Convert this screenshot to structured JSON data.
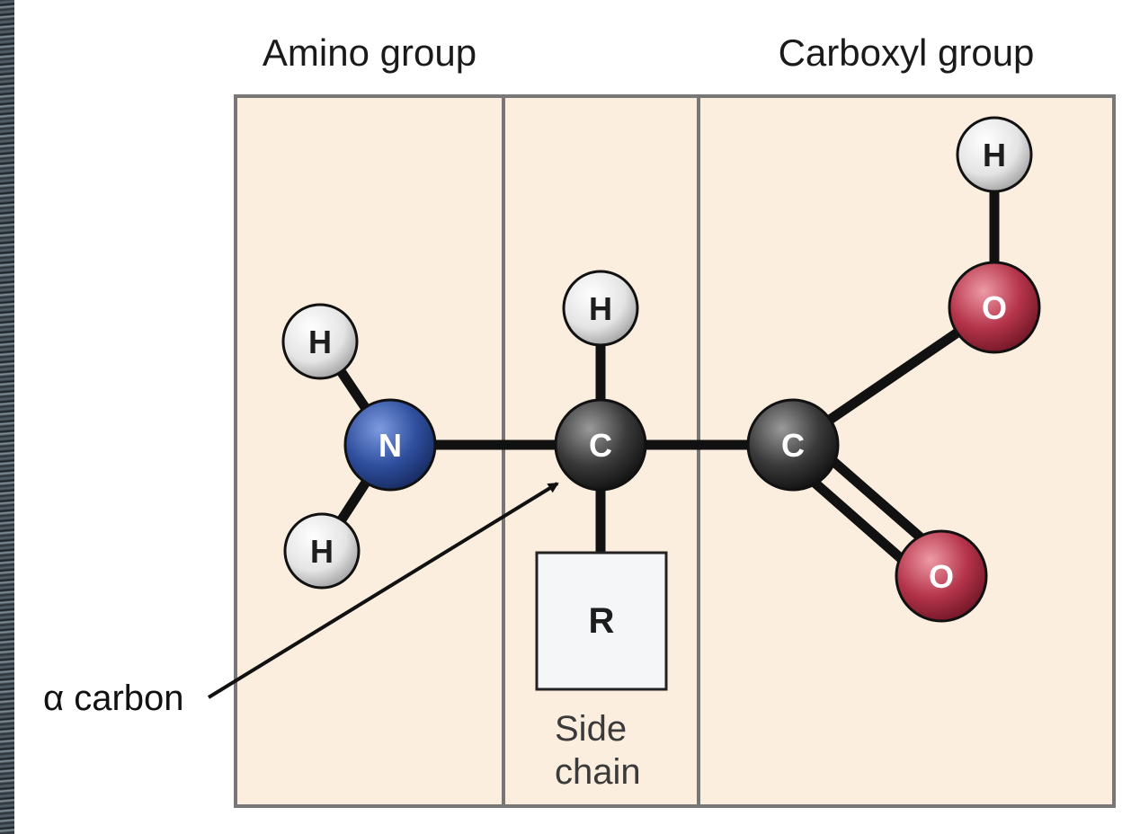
{
  "headers": {
    "amino": "Amino group",
    "carboxyl": "Carboxyl group"
  },
  "side_chain": {
    "line1": "Side",
    "line2": "chain",
    "r_label": "R"
  },
  "alpha_carbon_label": "α carbon",
  "atoms": {
    "amino_h_top": "H",
    "amino_n": "N",
    "amino_h_bottom": "H",
    "alpha_h": "H",
    "alpha_c": "C",
    "carboxyl_c": "C",
    "hydroxyl_o": "O",
    "hydroxyl_h": "H",
    "carbonyl_o": "O"
  },
  "colors": {
    "panel_fill": "#fbeedf",
    "panel_border": "#777777",
    "bond": "#111111",
    "hydrogen": "#e8e8e8",
    "nitrogen": "#2f4f9e",
    "carbon": "#3a3a3a",
    "oxygen": "#b5344a"
  }
}
